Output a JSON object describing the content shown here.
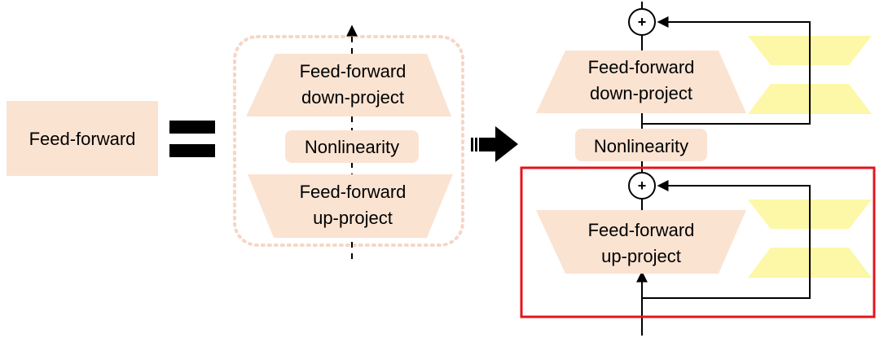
{
  "colors": {
    "block_fill": "#fbe3d2",
    "adapter_fill": "#fdf7a8",
    "dashed_border": "#f6d6c6",
    "highlight_border": "#e3141b",
    "line": "#000000"
  },
  "left": {
    "block_label": "Feed-forward"
  },
  "middle": {
    "down_line1": "Feed-forward",
    "down_line2": "down-project",
    "nonlinearity": "Nonlinearity",
    "up_line1": "Feed-forward",
    "up_line2": "up-project"
  },
  "right": {
    "down_line1": "Feed-forward",
    "down_line2": "down-project",
    "nonlinearity": "Nonlinearity",
    "up_line1": "Feed-forward",
    "up_line2": "up-project",
    "plus_symbol": "+"
  },
  "icons": {
    "equals": "equals-icon",
    "transform_arrow": "arrow-right-icon",
    "adder": "plus-circle-icon"
  }
}
